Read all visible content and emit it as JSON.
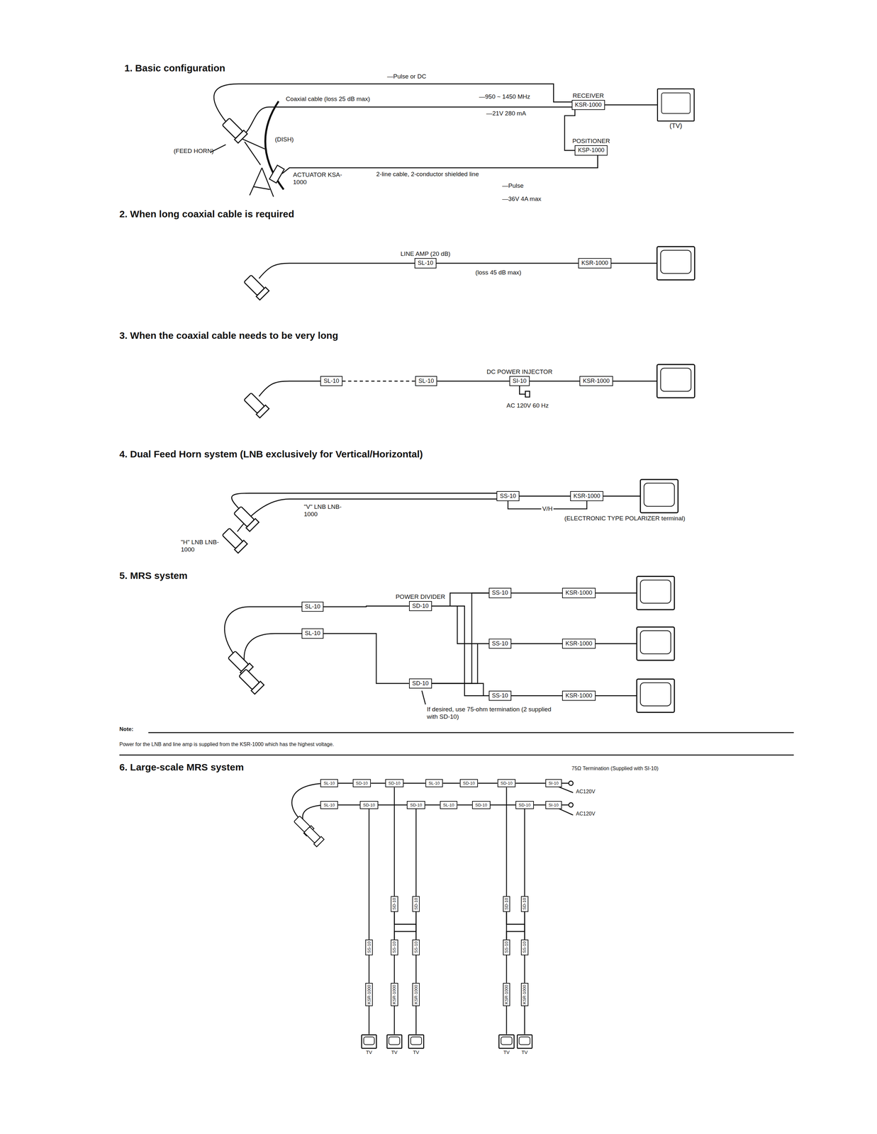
{
  "diagram": {
    "nodes": [
      {
        "text": [
          "RECEIVER",
          "KSR-1000"
        ]
      },
      {
        "text": [
          "POSITIONER",
          "KSP-1000"
        ]
      },
      {
        "text": [
          "(TV)"
        ]
      },
      {
        "text": [
          "LINE AMP (20 dB)",
          "SL-10"
        ]
      },
      {
        "text": [
          "KSR-1000"
        ]
      },
      {
        "text": [
          "SL-10"
        ]
      },
      {
        "text": [
          "SL-10"
        ]
      },
      {
        "text": [
          "DC POWER INJECTOR",
          "SI-10"
        ]
      },
      {
        "text": [
          "KSR-1000"
        ]
      },
      {
        "text": [
          "SS-10"
        ]
      },
      {
        "text": [
          "KSR-1000"
        ]
      },
      {
        "text": [
          "SL-10"
        ]
      },
      {
        "text": [
          "SL-10"
        ]
      },
      {
        "text": [
          "POWER DIVIDER",
          "SD-10"
        ]
      },
      {
        "text": [
          "SD-10"
        ]
      },
      {
        "text": [
          "SS-10"
        ]
      },
      {
        "text": [
          "KSR-1000"
        ]
      },
      {
        "text": [
          "SS-10"
        ]
      },
      {
        "text": [
          "KSR-1000"
        ]
      },
      {
        "text": [
          "SS-10"
        ]
      },
      {
        "text": [
          "KSR-1000"
        ]
      },
      {
        "text": [
          "SL-10"
        ]
      },
      {
        "text": [
          "SD-10"
        ]
      },
      {
        "text": [
          "SD-10"
        ]
      },
      {
        "text": [
          "SL-10"
        ]
      },
      {
        "text": [
          "SD-10"
        ]
      },
      {
        "text": [
          "SD-10"
        ]
      },
      {
        "text": [
          "SI-10"
        ]
      },
      {
        "text": [
          "SL-10"
        ]
      },
      {
        "text": [
          "SD-10"
        ]
      },
      {
        "text": [
          "SD-10"
        ]
      },
      {
        "text": [
          "SL-10"
        ]
      },
      {
        "text": [
          "SD-10"
        ]
      },
      {
        "text": [
          "SD-10"
        ]
      },
      {
        "text": [
          "SI-10"
        ]
      },
      {
        "text": [
          "SD-10"
        ]
      },
      {
        "text": [
          "SD-10"
        ]
      },
      {
        "text": [
          "SD-10"
        ]
      },
      {
        "text": [
          "SD-10"
        ]
      },
      {
        "text": [
          "SS-10"
        ]
      },
      {
        "text": [
          "KSR-1000"
        ]
      },
      {
        "text": [
          "TV"
        ]
      },
      {
        "text": [
          "SS-10"
        ]
      },
      {
        "text": [
          "KSR-1000"
        ]
      },
      {
        "text": [
          "TV"
        ]
      },
      {
        "text": [
          "SS-10"
        ]
      },
      {
        "text": [
          "KSR-1000"
        ]
      },
      {
        "text": [
          "TV"
        ]
      },
      {
        "text": [
          "SS-10"
        ]
      },
      {
        "text": [
          "KSR-1000"
        ]
      },
      {
        "text": [
          "TV"
        ]
      },
      {
        "text": [
          "SS-10"
        ]
      },
      {
        "text": [
          "KSR-1000"
        ]
      },
      {
        "text": [
          "TV"
        ]
      }
    ],
    "edges": [
      {
        "from": 0,
        "to": 2,
        "arrow": "none"
      },
      {
        "from": 0,
        "to": 1,
        "arrow": "none"
      },
      {
        "from": 3,
        "to": 4,
        "arrow": "none"
      },
      {
        "from": 5,
        "to": 6,
        "arrow": "none"
      },
      {
        "from": 6,
        "to": 7,
        "arrow": "none"
      },
      {
        "from": 7,
        "to": 8,
        "arrow": "none"
      },
      {
        "from": 9,
        "to": 10,
        "arrow": "none"
      },
      {
        "from": 10,
        "to": 9,
        "label": "V/H",
        "arrow": "none"
      },
      {
        "from": 11,
        "to": 13,
        "arrow": "none"
      },
      {
        "from": 12,
        "to": 14,
        "arrow": "none"
      },
      {
        "from": 13,
        "to": 15,
        "arrow": "none"
      },
      {
        "from": 13,
        "to": 17,
        "arrow": "none"
      },
      {
        "from": 13,
        "to": 19,
        "arrow": "none"
      },
      {
        "from": 14,
        "to": 15,
        "arrow": "none"
      },
      {
        "from": 14,
        "to": 17,
        "arrow": "none"
      },
      {
        "from": 14,
        "to": 19,
        "arrow": "none"
      },
      {
        "from": 15,
        "to": 16,
        "arrow": "none"
      },
      {
        "from": 17,
        "to": 18,
        "arrow": "none"
      },
      {
        "from": 19,
        "to": 20,
        "arrow": "none"
      },
      {
        "from": 21,
        "to": 22,
        "arrow": "none"
      },
      {
        "from": 22,
        "to": 23,
        "arrow": "none"
      },
      {
        "from": 23,
        "to": 24,
        "arrow": "none"
      },
      {
        "from": 24,
        "to": 25,
        "arrow": "none"
      },
      {
        "from": 25,
        "to": 26,
        "arrow": "none"
      },
      {
        "from": 26,
        "to": 27,
        "arrow": "none"
      },
      {
        "from": 28,
        "to": 29,
        "arrow": "none"
      },
      {
        "from": 29,
        "to": 30,
        "arrow": "none"
      },
      {
        "from": 30,
        "to": 31,
        "arrow": "none"
      },
      {
        "from": 31,
        "to": 32,
        "arrow": "none"
      },
      {
        "from": 32,
        "to": 33,
        "arrow": "none"
      },
      {
        "from": 33,
        "to": 34,
        "arrow": "none"
      },
      {
        "from": 29,
        "to": 39,
        "arrow": "none"
      },
      {
        "from": 23,
        "to": 35,
        "arrow": "none"
      },
      {
        "from": 30,
        "to": 36,
        "arrow": "none"
      },
      {
        "from": 26,
        "to": 37,
        "arrow": "none"
      },
      {
        "from": 33,
        "to": 38,
        "arrow": "none"
      },
      {
        "from": 35,
        "to": 42,
        "arrow": "none"
      },
      {
        "from": 35,
        "to": 45,
        "arrow": "none"
      },
      {
        "from": 36,
        "to": 42,
        "arrow": "none"
      },
      {
        "from": 36,
        "to": 45,
        "arrow": "none"
      },
      {
        "from": 37,
        "to": 48,
        "arrow": "none"
      },
      {
        "from": 37,
        "to": 51,
        "arrow": "none"
      },
      {
        "from": 38,
        "to": 48,
        "arrow": "none"
      },
      {
        "from": 38,
        "to": 51,
        "arrow": "none"
      },
      {
        "from": 39,
        "to": 40,
        "arrow": "none"
      },
      {
        "from": 40,
        "to": 41,
        "arrow": "none"
      },
      {
        "from": 42,
        "to": 43,
        "arrow": "none"
      },
      {
        "from": 43,
        "to": 44,
        "arrow": "none"
      },
      {
        "from": 45,
        "to": 46,
        "arrow": "none"
      },
      {
        "from": 46,
        "to": 47,
        "arrow": "none"
      },
      {
        "from": 48,
        "to": 49,
        "arrow": "none"
      },
      {
        "from": 49,
        "to": 50,
        "arrow": "none"
      },
      {
        "from": 51,
        "to": 52,
        "arrow": "none"
      },
      {
        "from": 52,
        "to": 53,
        "arrow": "none"
      }
    ],
    "labels": [
      "1. Basic configuration",
      "—Pulse or DC",
      "Coaxial cable (loss 25 dB max)",
      "—950 ~ 1450 MHz",
      "—21V 280 mA",
      "(FEED HORN)",
      "(DISH)",
      "ACTUATOR KSA-1000",
      "2-line cable, 2-conductor shielded line",
      "—Pulse",
      "—36V 4A max",
      "2. When long coaxial cable is required",
      "(loss 45 dB max)",
      "3. When the coaxial cable needs to be very long",
      "AC 120V 60 Hz",
      "4. Dual Feed Horn system (LNB exclusively for Vertical/Horizontal)",
      "\"V\" LNB LNB-1000",
      "\"H\" LNB LNB-1000",
      "(ELECTRONIC TYPE POLARIZER terminal)",
      "5. MRS system",
      "If desired, use 75-ohm termination (2 supplied with SD-10)",
      "Note:",
      "Power for the LNB and line amp is supplied from the KSR-1000 which has the highest voltage.",
      "6. Large-scale MRS system",
      "75Ω Termination (Supplied with SI-10)",
      "AC120V",
      "AC120V"
    ]
  }
}
